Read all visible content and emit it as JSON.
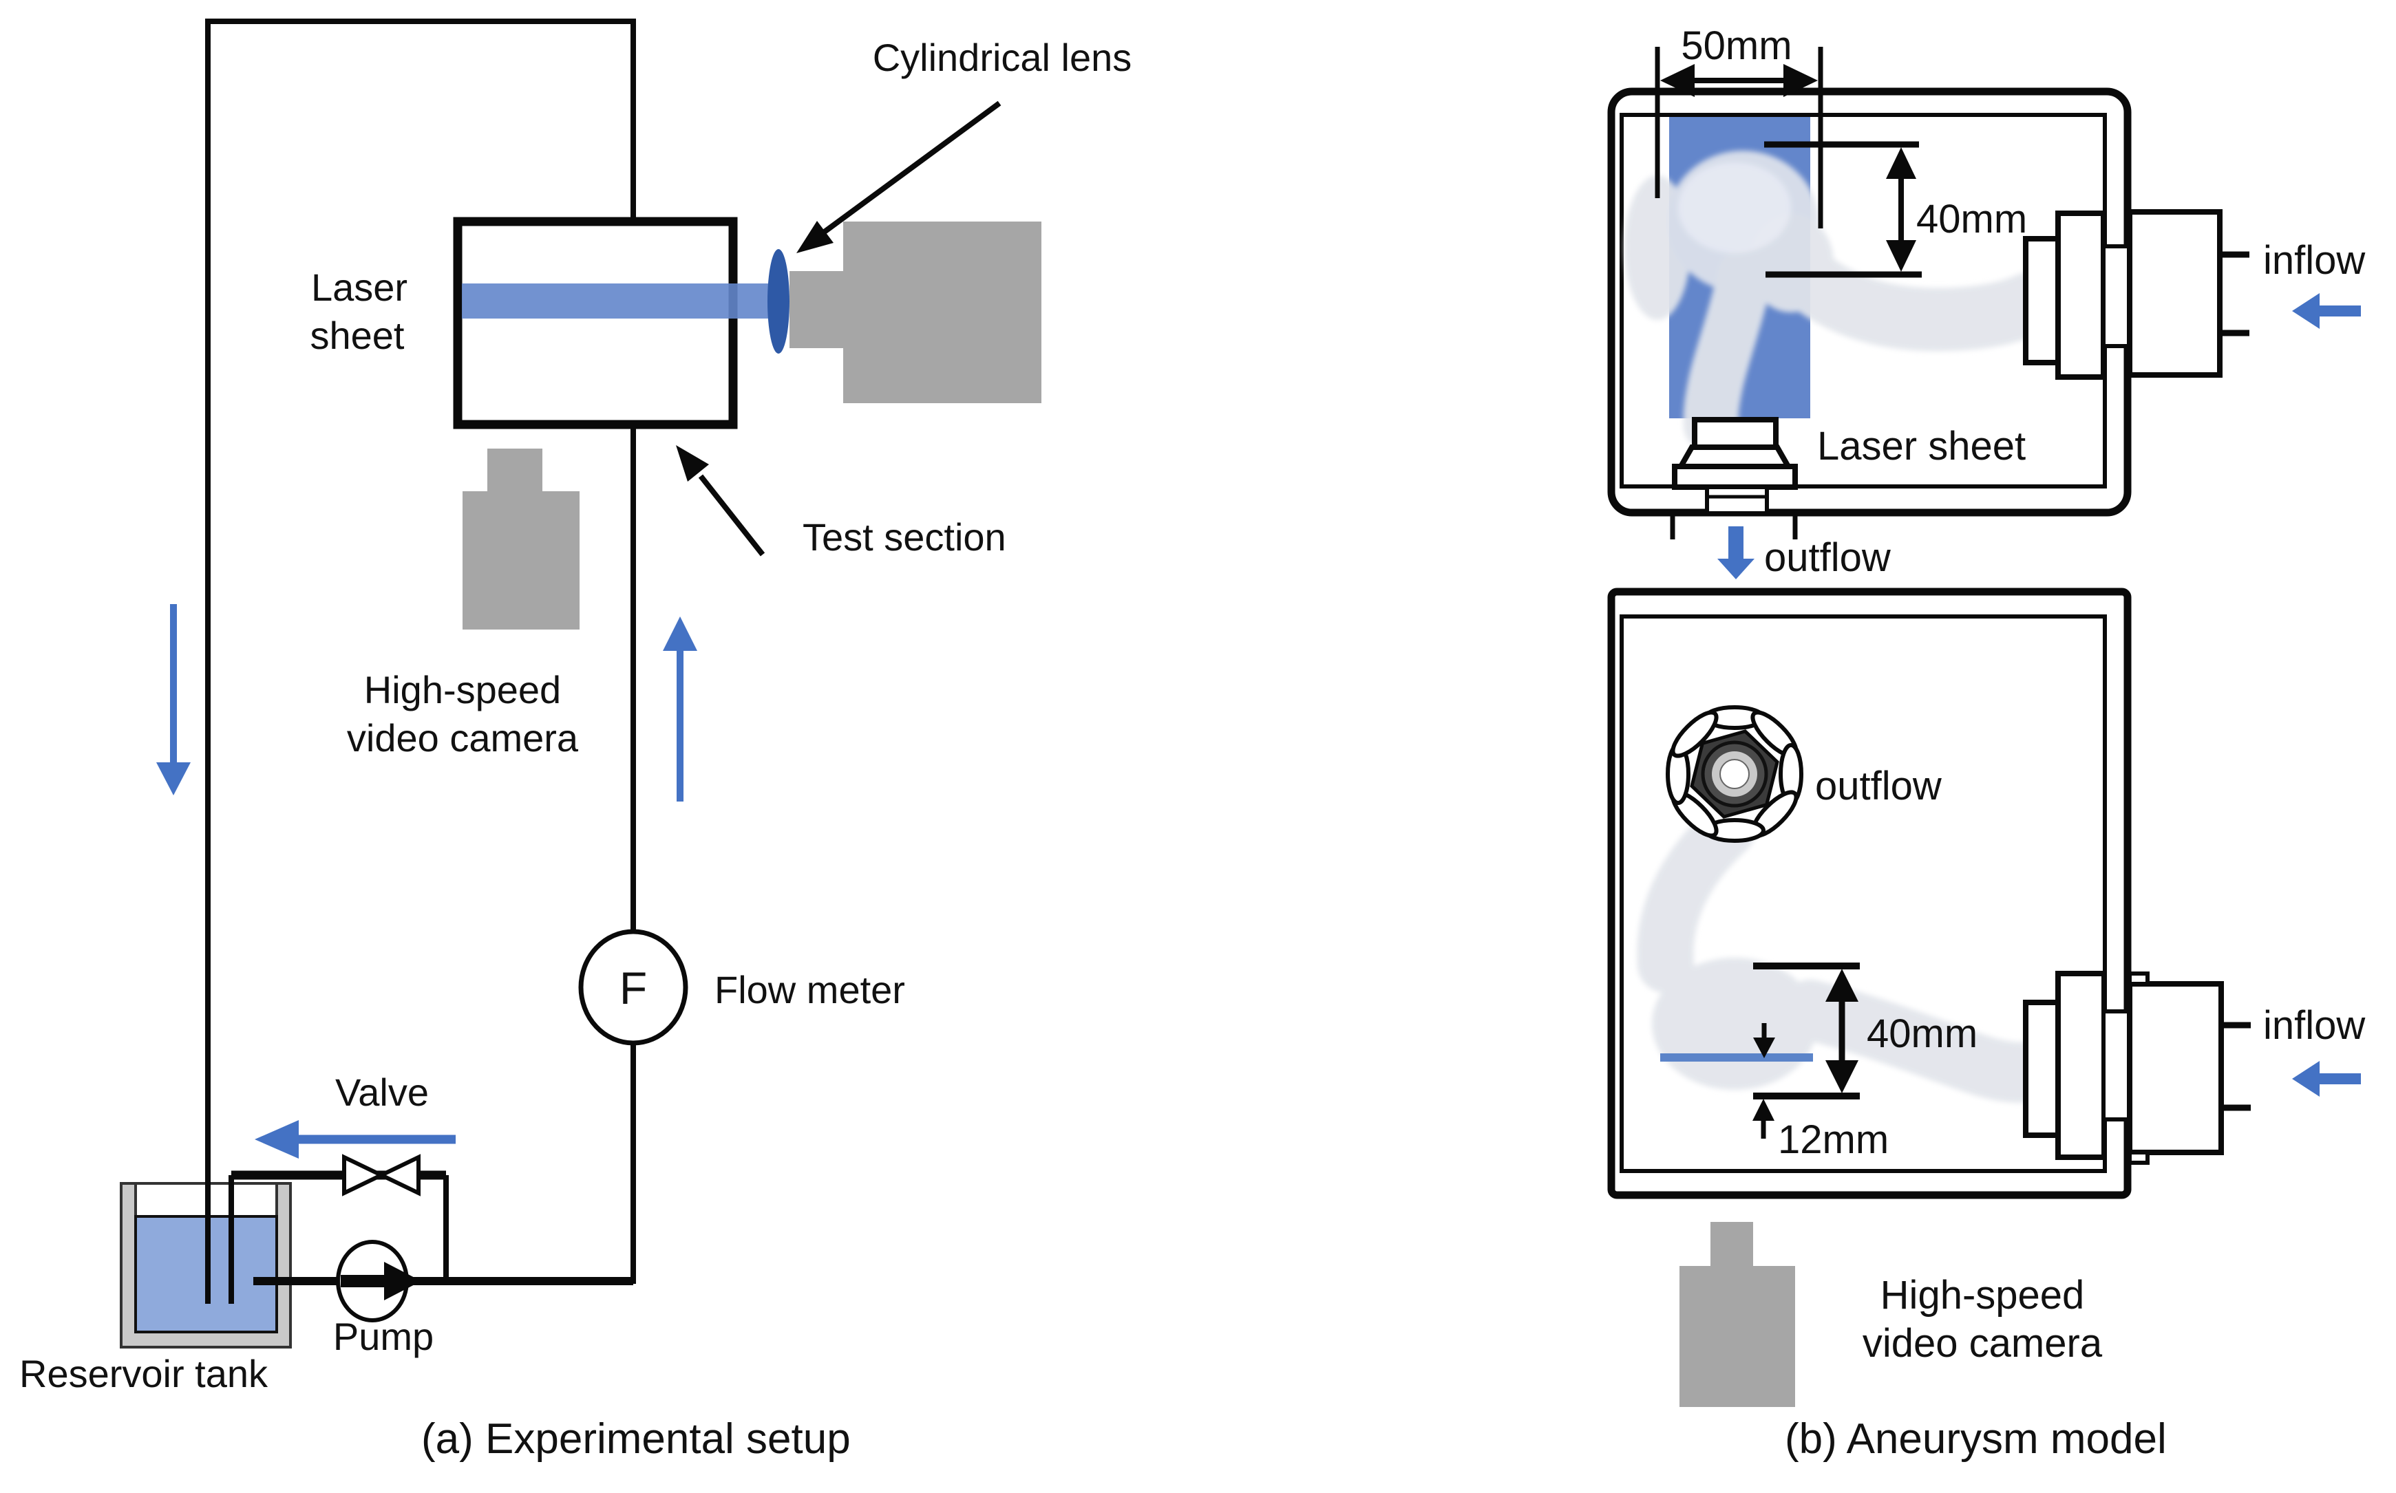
{
  "figure": {
    "caption_a": "(a) Experimental setup",
    "caption_b": "(b) Aneurysm model"
  },
  "colors": {
    "accent_blue": "#4472c4",
    "laser_sheet_blue": "#6386cb",
    "laser_line_blue": "#5b84c9",
    "lens_blue": "#2e59a6",
    "equipment_gray": "#a6a6a6",
    "tank_wall_gray": "#c9c9c9",
    "water_blue": "#8faadc",
    "model_silhouette_gray": "#e2e5eb",
    "line_black": "#0a0a0a"
  },
  "panel_a": {
    "labels": {
      "cylindrical_lens": "Cylindrical lens",
      "laser_sheet_1": "Laser",
      "laser_sheet_2": "sheet",
      "test_section": "Test section",
      "camera_1": "High-speed",
      "camera_2": "video camera",
      "flow_meter": "Flow meter",
      "flow_meter_symbol": "F",
      "valve": "Valve",
      "pump": "Pump",
      "reservoir": "Reservoir tank"
    }
  },
  "panel_b": {
    "top_view": {
      "dim_width": "50mm",
      "dim_height": "40mm",
      "laser_sheet": "Laser sheet",
      "inflow": "inflow",
      "outflow": "outflow"
    },
    "side_view": {
      "outflow": "outflow",
      "dim_height": "40mm",
      "dim_offset": "12mm",
      "inflow": "inflow",
      "camera_1": "High-speed",
      "camera_2": "video camera"
    }
  }
}
